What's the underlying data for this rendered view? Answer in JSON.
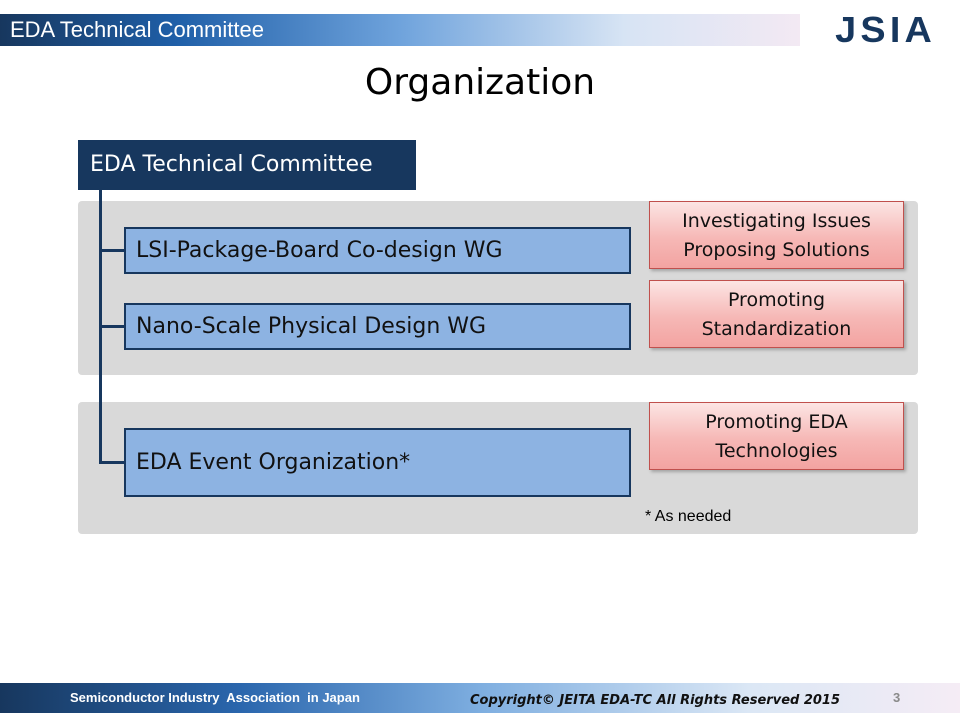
{
  "header": {
    "title": "EDA Technical Committee",
    "logo_text": "JSIA",
    "logo_color": "#17375e"
  },
  "slide": {
    "title": "Organization"
  },
  "org": {
    "root": "EDA Technical Committee",
    "groups": [
      {
        "name": "LSI-Package-Board Co-design WG"
      },
      {
        "name": "Nano-Scale Physical Design WG"
      },
      {
        "name": "EDA Event Organization*"
      }
    ],
    "roles": [
      {
        "lines": [
          "Investigating Issues",
          "Proposing Solutions"
        ]
      },
      {
        "lines": [
          "Promoting",
          "Standardization"
        ]
      },
      {
        "lines": [
          "Promoting EDA",
          "Technologies"
        ]
      }
    ],
    "note": "* As needed"
  },
  "footer": {
    "org_name": "Semiconductor Industry  Association  in Japan",
    "copyright": "Copyright© JEITA EDA-TC All Rights Reserved 2015",
    "page_number": "3"
  },
  "colors": {
    "navy": "#17375e",
    "wg_fill": "#8db3e2",
    "role_border": "#c0504d",
    "panel": "#d9d9d9"
  }
}
